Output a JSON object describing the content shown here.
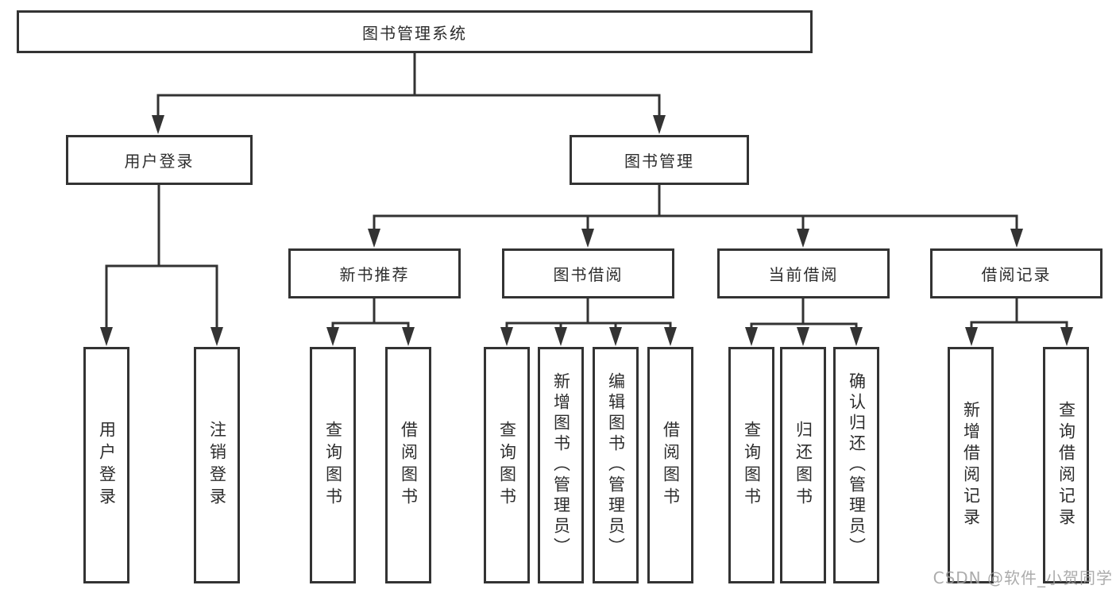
{
  "nodes": {
    "root": "图书管理系统",
    "user_login": "用户登录",
    "book_management": "图书管理",
    "new_book_recommend": "新书推荐",
    "book_borrow": "图书借阅",
    "current_borrow": "当前借阅",
    "borrow_records": "借阅记录"
  },
  "leaves": {
    "user_login": [
      "用户登录",
      "注销登录"
    ],
    "new_book_recommend": [
      "查询图书",
      "借阅图书"
    ],
    "book_borrow": [
      "查询图书",
      "新增图书（管理员）",
      "编辑图书（管理员）",
      "借阅图书"
    ],
    "current_borrow": [
      "查询图书",
      "归还图书",
      "确认归还（管理员）"
    ],
    "borrow_records": [
      "新增借阅记录",
      "查询借阅记录"
    ]
  },
  "watermark": {
    "text": "CSDN @软件_小贺同学"
  },
  "colors": {
    "line": "#333333",
    "text": "#2d2d2d",
    "watermark": "#9e9e9e",
    "background": "#ffffff"
  }
}
